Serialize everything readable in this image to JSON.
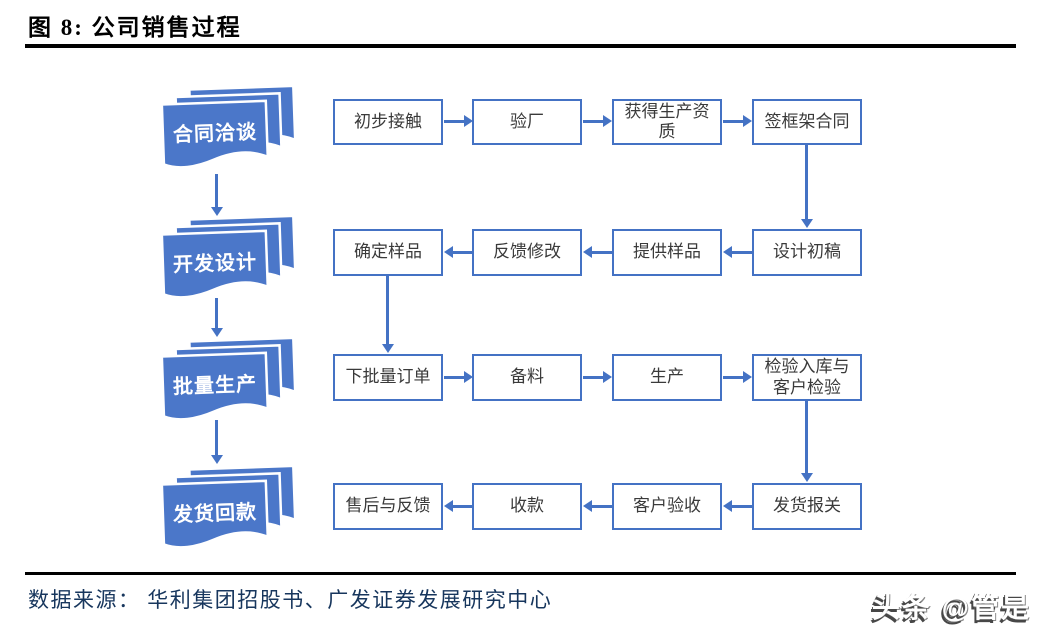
{
  "figure": {
    "title": "图 8: 公司销售过程"
  },
  "flow": {
    "stages": [
      {
        "label": "合同洽谈"
      },
      {
        "label": "开发设计"
      },
      {
        "label": "批量生产"
      },
      {
        "label": "发货回款"
      }
    ],
    "rows": [
      {
        "direction": "right",
        "steps": [
          "初步接触",
          "验厂",
          "获得生产资质",
          "签框架合同"
        ]
      },
      {
        "direction": "left",
        "steps": [
          "确定样品",
          "反馈修改",
          "提供样品",
          "设计初稿"
        ]
      },
      {
        "direction": "right",
        "steps": [
          "下批量订单",
          "备料",
          "生产",
          "检验入库与客户检验"
        ]
      },
      {
        "direction": "left",
        "steps": [
          "售后与反馈",
          "收款",
          "客户验收",
          "发货报关"
        ]
      }
    ]
  },
  "source": {
    "text": "数据来源：  华利集团招股书、广发证券发展研究中心"
  },
  "watermark": {
    "text": "头条 @管是"
  },
  "colors": {
    "accent": "#4472C4",
    "stage_fill": "#4B77C9",
    "box_text": "#3A3A3A",
    "source_text": "#17365D",
    "title_text": "#000000"
  }
}
